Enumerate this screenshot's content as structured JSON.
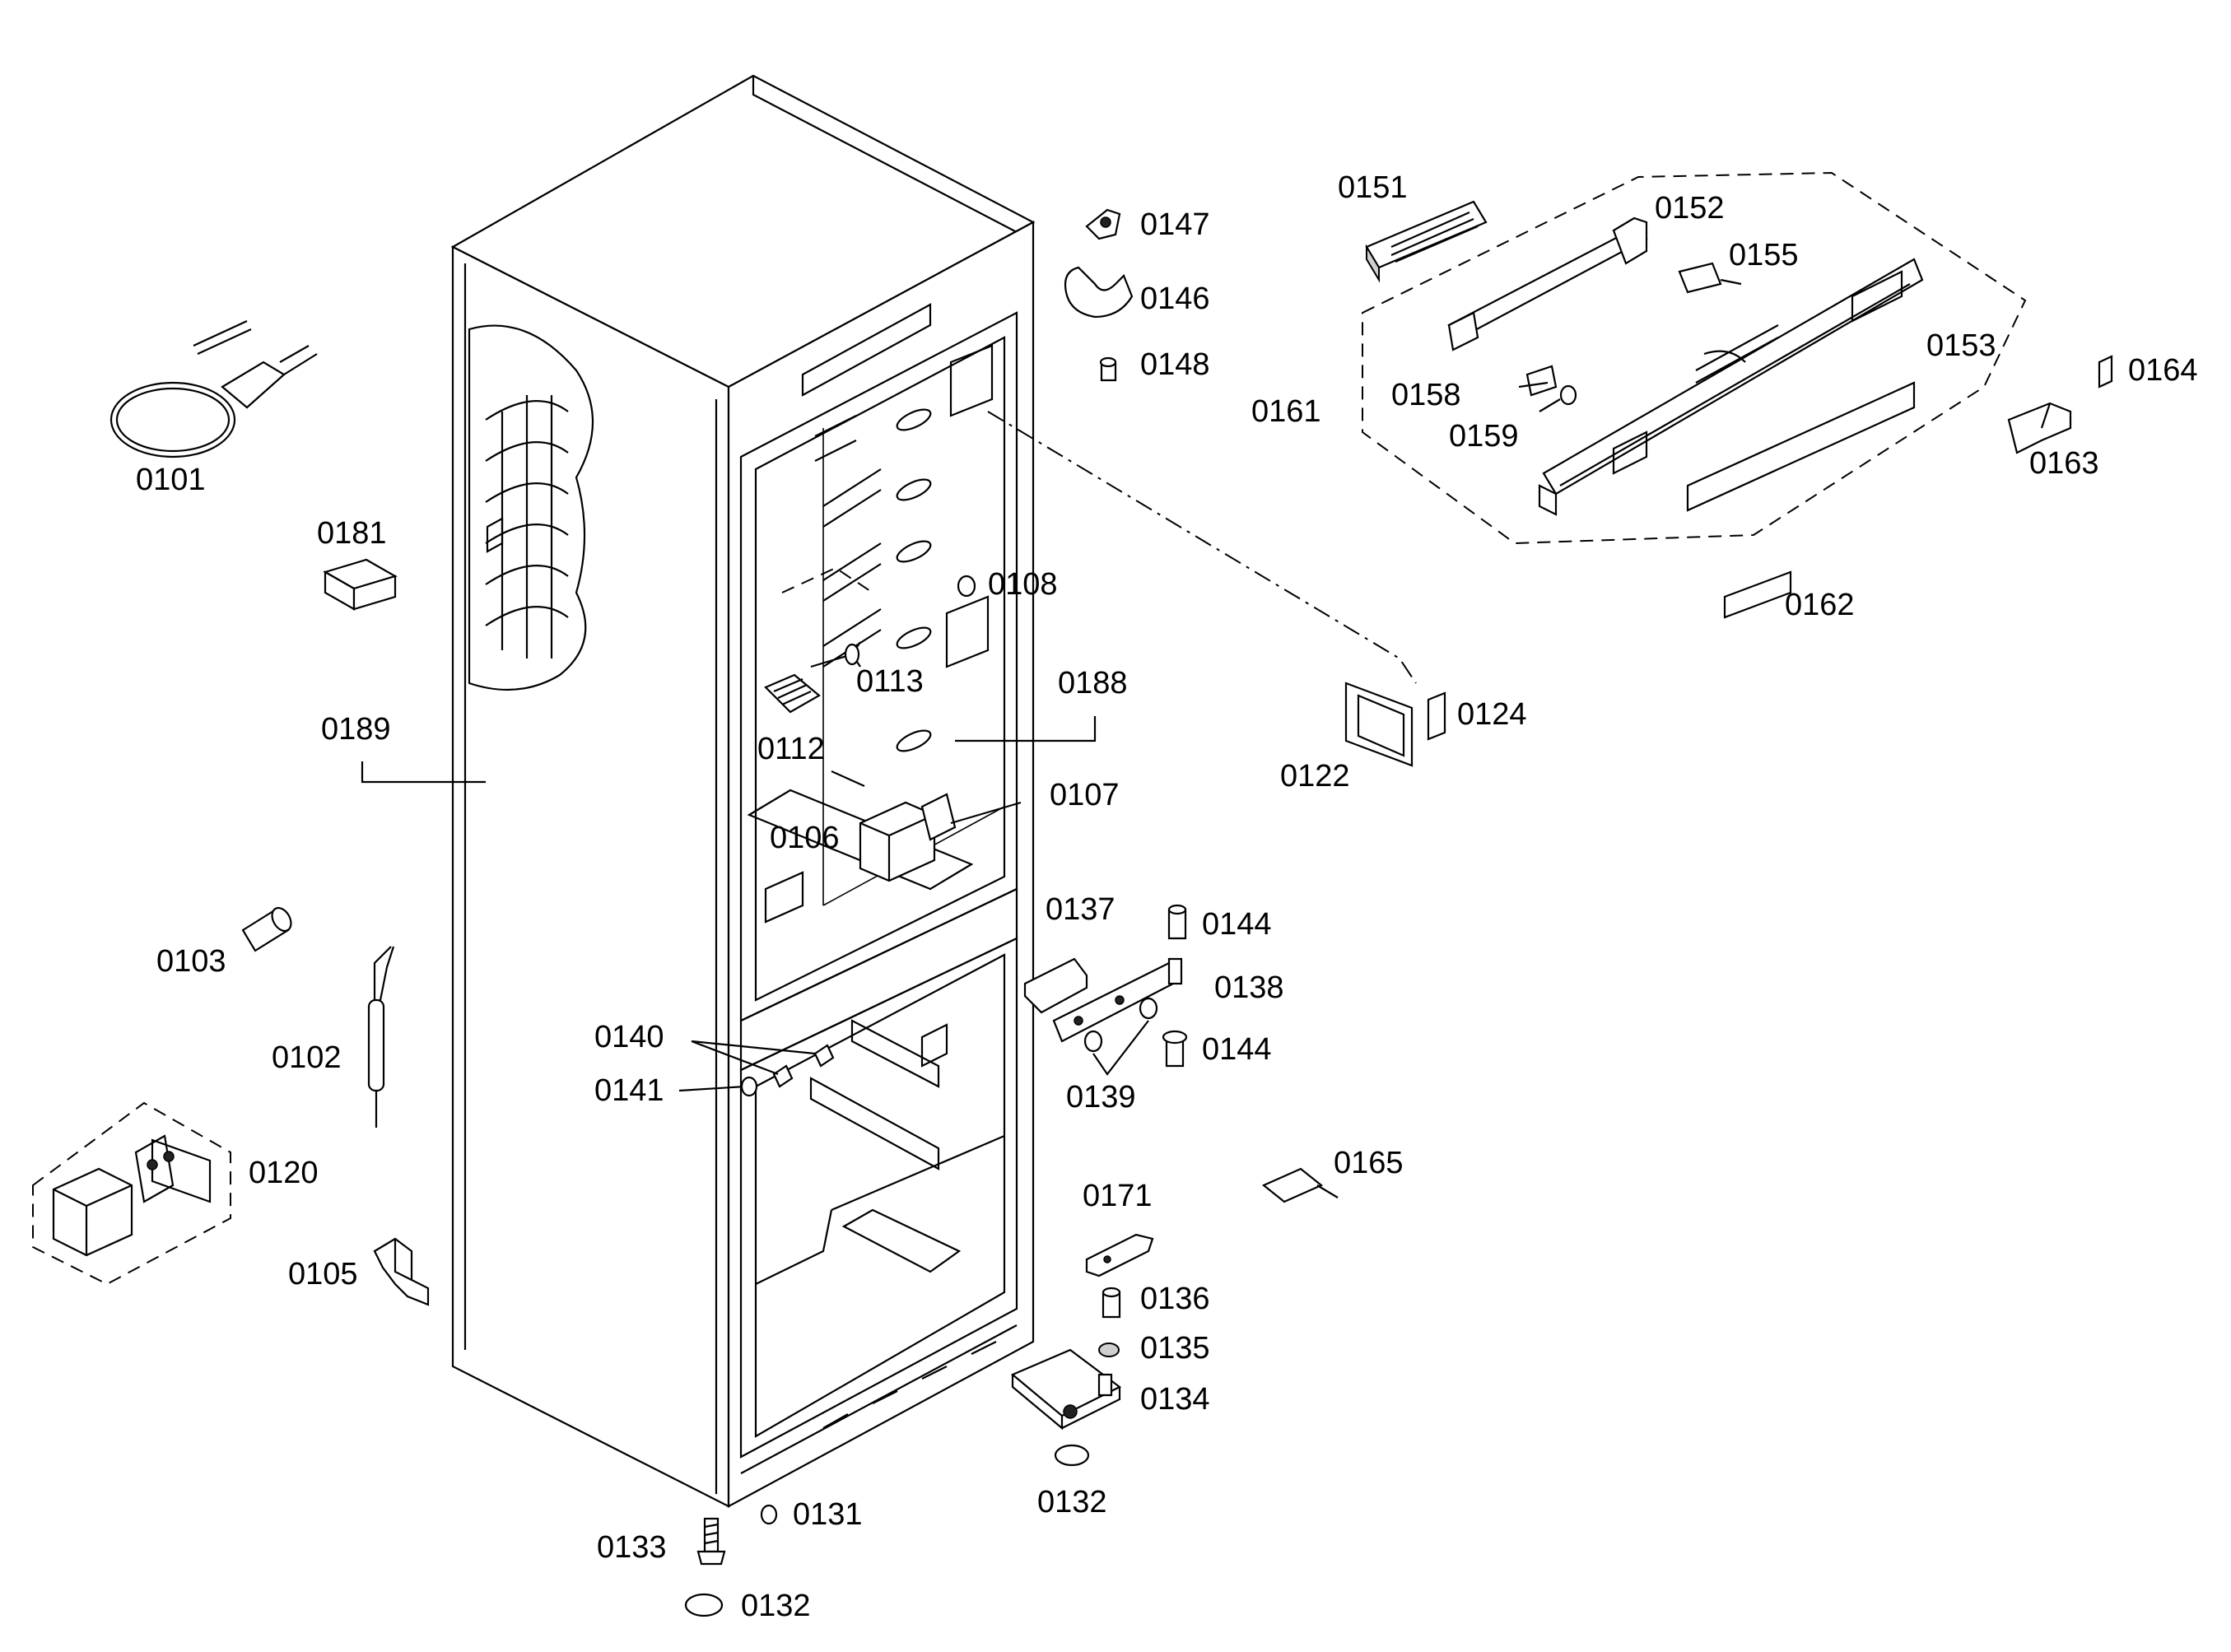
{
  "labels": {
    "p0101": "0101",
    "p0181": "0181",
    "p0189": "0189",
    "p0103": "0103",
    "p0102": "0102",
    "p0120": "0120",
    "p0105": "0105",
    "p0147": "0147",
    "p0146": "0146",
    "p0148": "0148",
    "p0108": "0108",
    "p0113": "0113",
    "p0188": "0188",
    "p0112": "0112",
    "p0106": "0106",
    "p0107": "0107",
    "p0151": "0151",
    "p0152": "0152",
    "p0155": "0155",
    "p0153": "0153",
    "p0161": "0161",
    "p0158": "0158",
    "p0159": "0159",
    "p0164": "0164",
    "p0163": "0163",
    "p0162": "0162",
    "p0124": "0124",
    "p0122": "0122",
    "p0137": "0137",
    "p0144a": "0144",
    "p0138": "0138",
    "p0144b": "0144",
    "p0139": "0139",
    "p0140": "0140",
    "p0141": "0141",
    "p0165": "0165",
    "p0171": "0171",
    "p0136": "0136",
    "p0135": "0135",
    "p0134": "0134",
    "p0132a": "0132",
    "p0131": "0131",
    "p0133": "0133",
    "p0132b": "0132"
  }
}
